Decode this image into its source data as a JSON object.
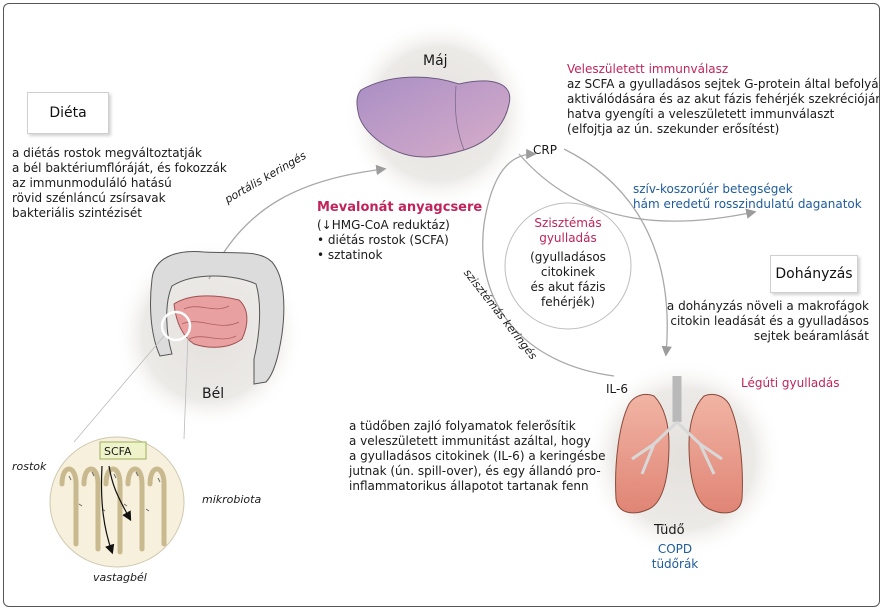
{
  "organs": {
    "liver": "Máj",
    "gut": "Bél",
    "lung": "Tüdő"
  },
  "diet": {
    "title": "Diéta",
    "text": [
      "a diétás rostok megváltoztatják",
      "a bél baktériumflóráját, és fokozzák",
      "az immunmoduláló hatású",
      "rövid szénláncú zsírsavak",
      "bakteriális szintézisét"
    ]
  },
  "smoking": {
    "title": "Dohányzás",
    "text": [
      "a dohányzás növeli a makrofágok",
      "citokin leadását és a gyulladásos",
      "sejtek beáramlását"
    ]
  },
  "innate": {
    "title": "Veleszületett immunválasz",
    "text": [
      "az SCFA a gyulladásos sejtek G-protein által befolyásolt",
      "aktiválódására és az akut fázis fehérjék szekréciójára",
      "hatva gyengíti a veleszületett immunválaszt",
      "(elfojtja az ún. szekunder erősítést)"
    ]
  },
  "mevalonate": {
    "title": "Mevalonát anyagcsere",
    "items": [
      "(↓HMG-CoA reduktáz)",
      "• diétás rostok (SCFA)",
      "• sztatinok"
    ]
  },
  "systemic": {
    "title": [
      "Szisztémás",
      "gyulladás"
    ],
    "text": [
      "(gyulladásos",
      "citokinek",
      "és akut fázis",
      "fehérjék)"
    ]
  },
  "outcomes": [
    "szív-koszorúér betegségek",
    "hám eredetű rosszindulatú daganatok"
  ],
  "lung_text": [
    "a tüdőben zajló folyamatok felerősítik",
    "a veleszületett immunitást azáltal, hogy",
    "a gyulladásos citokinek (IL-6) a keringésbe",
    "jutnak (ún. spill-over), és egy állandó pro-",
    "inflammatorikus állapotot tartanak fenn"
  ],
  "labels": {
    "crp": "CRP",
    "il6": "IL-6",
    "airway": "Légúti gyulladás",
    "copd": [
      "COPD",
      "tüdőrák"
    ],
    "portal": "portális keringés",
    "systemic_circ": "szisztémás keringés",
    "scfa": "SCFA",
    "fiber": "rostok",
    "microbiota": "mikrobiota",
    "colon": "vastagbél"
  },
  "colors": {
    "accent_red": "#c0245a",
    "accent_blue": "#1e5b9a",
    "liver": "#c7a6d4",
    "lung": "#e79a8a",
    "scfa_box": "#eef3c9"
  }
}
